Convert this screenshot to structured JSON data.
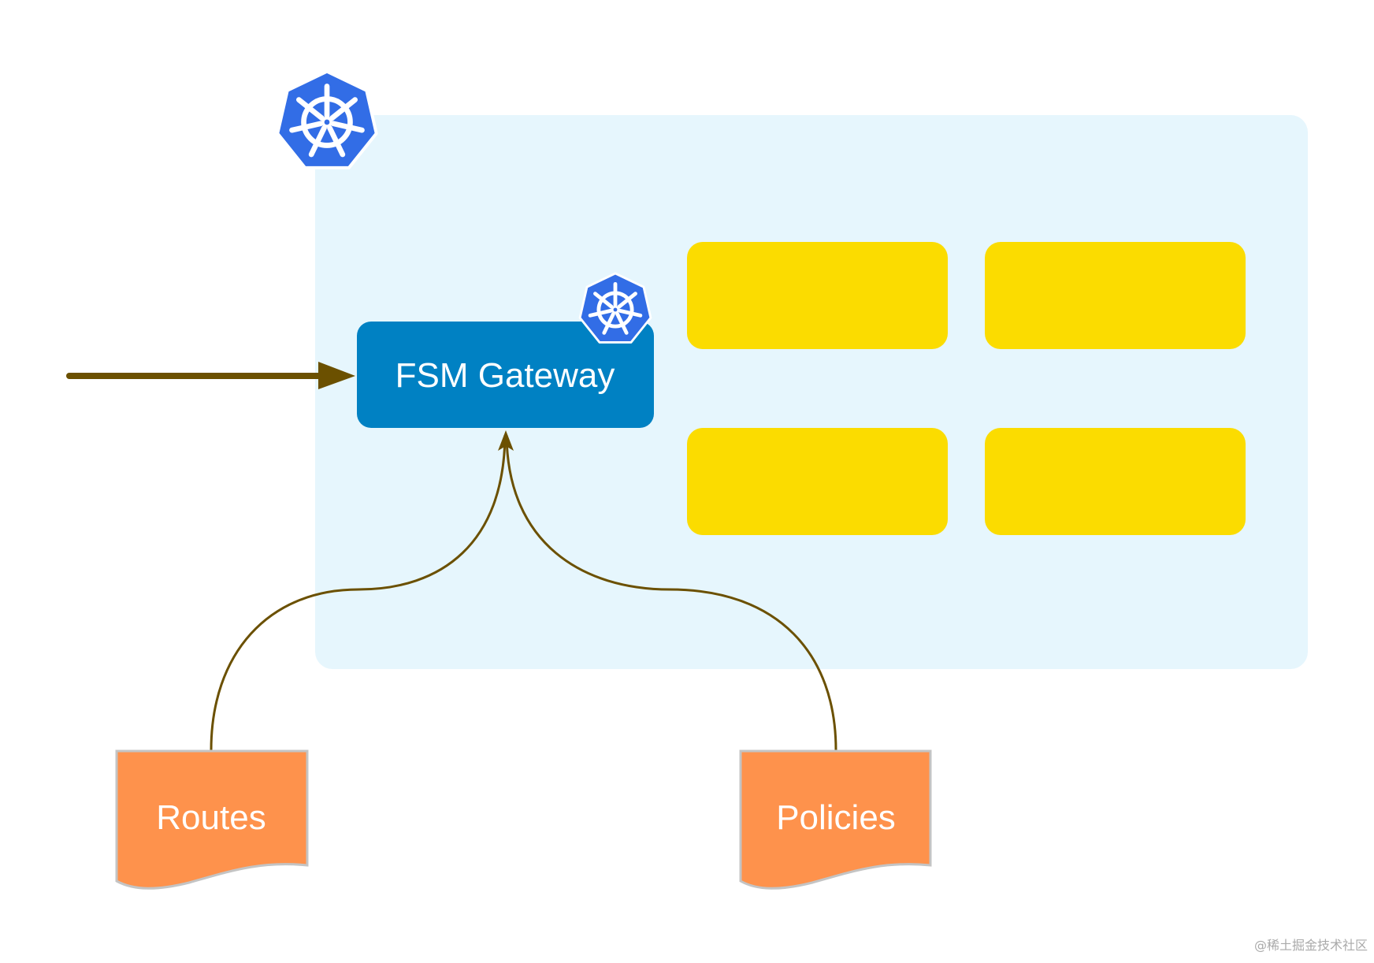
{
  "diagram": {
    "cluster": {
      "label": "",
      "icon": "kubernetes-icon",
      "fill": "#e6f6fd"
    },
    "gateway": {
      "label": "FSM Gateway",
      "icon": "kubernetes-icon",
      "fill": "#0081c3"
    },
    "workloads": [
      {
        "label": ""
      },
      {
        "label": ""
      },
      {
        "label": ""
      },
      {
        "label": ""
      }
    ],
    "workload_fill": "#fbdc00",
    "documents": [
      {
        "label": "Routes"
      },
      {
        "label": "Policies"
      }
    ],
    "document_fill": "#fe924c",
    "edge_color": "#6b5000",
    "kube_color": "#326de6",
    "edges": [
      {
        "from": "external",
        "to": "FSM Gateway"
      },
      {
        "from": "Routes",
        "to": "FSM Gateway"
      },
      {
        "from": "Policies",
        "to": "FSM Gateway"
      }
    ]
  },
  "watermark": "@稀土掘金技术社区"
}
